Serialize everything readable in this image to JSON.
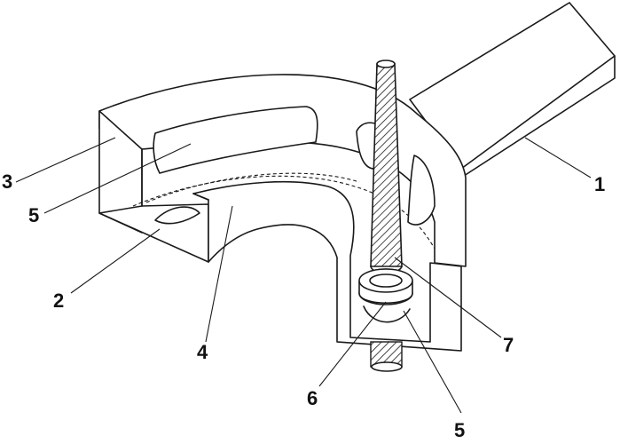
{
  "callouts": [
    {
      "id": "c1",
      "text": "1"
    },
    {
      "id": "c2",
      "text": "2"
    },
    {
      "id": "c3",
      "text": "3"
    },
    {
      "id": "c4",
      "text": "4"
    },
    {
      "id": "c5a",
      "text": "5"
    },
    {
      "id": "c5b",
      "text": "5"
    },
    {
      "id": "c6",
      "text": "6"
    },
    {
      "id": "c7",
      "text": "7"
    }
  ]
}
